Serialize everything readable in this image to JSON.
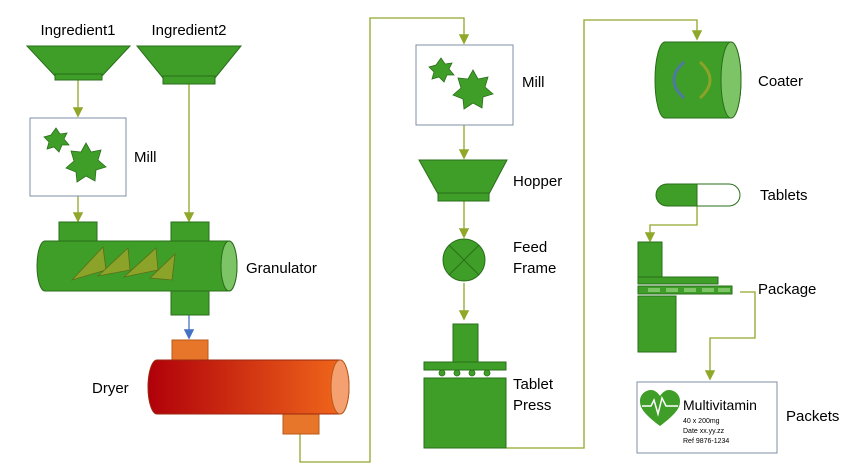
{
  "labels": {
    "ingredient1": "Ingredient1",
    "ingredient2": "Ingredient2",
    "mill_left": "Mill",
    "granulator": "Granulator",
    "dryer": "Dryer",
    "mill_middle": "Mill",
    "hopper": "Hopper",
    "feed_frame_line1": "Feed",
    "feed_frame_line2": "Frame",
    "tablet_press_line1": "Tablet",
    "tablet_press_line2": "Press",
    "coater": "Coater",
    "tablets": "Tablets",
    "package": "Package",
    "packets": "Packets"
  },
  "packet": {
    "title": "Multivitamin",
    "line1": "40 x 200mg",
    "line2": "Date xx.yy.zz",
    "line3": "Ref 9876-1234"
  },
  "colors": {
    "green": "#3f9e28",
    "green_dark": "#2a6e1a",
    "green_light": "#7cc466",
    "connector": "#8fa82a",
    "arrow_blue": "#4472c4",
    "dryer_start": "#b0000a",
    "dryer_end": "#f26a1b",
    "orange": "#e8762a",
    "heart_red": "#ffffff"
  },
  "icons": {
    "packet_logo": "heart-pulse-icon"
  }
}
